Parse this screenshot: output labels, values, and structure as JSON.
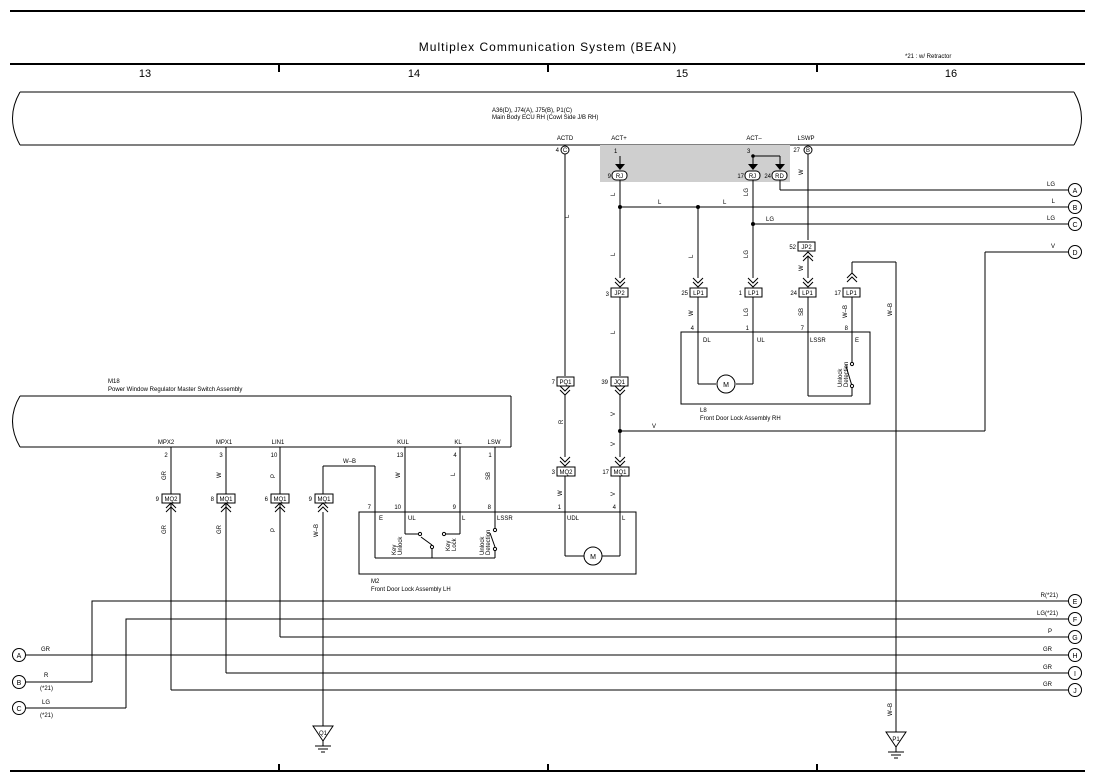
{
  "title": "Multiplex Communication System (BEAN)",
  "note": "*21 : w/ Retractor",
  "sections": [
    "13",
    "14",
    "15",
    "16"
  ],
  "main_body_ecu": {
    "line1": "A36(D), J74(A), J75(B), P1(C)",
    "line2": "Main Body ECU RH (Cowl Side J/B RH)"
  },
  "ecu_terminals": {
    "actd_name": "ACTD",
    "actd_pin": "4",
    "actd_conn": "C",
    "actp_name": "ACT+",
    "actp_pin": "1",
    "actm_name": "ACT–",
    "actm_pin": "3",
    "lswp_name": "LSWP",
    "lswp_pin": "27",
    "lswp_conn": "B"
  },
  "ecu_splices": {
    "s1_pin": "9",
    "s1_label": "RJ",
    "s2_pin": "17",
    "s2_label": "RJ",
    "s3_pin": "24",
    "s3_label": "RD"
  },
  "connectors": {
    "jp2": "JP2",
    "lp1": "LP1",
    "pq1": "PQ1",
    "jq1": "JQ1",
    "mq2": "MQ2",
    "mq1": "MQ1",
    "pin3": "3",
    "pin25": "25",
    "pin1": "1",
    "pin24": "24",
    "pin17": "17",
    "pin52": "52",
    "pin7": "7",
    "pin39": "39",
    "pin9": "9",
    "pin8": "8",
    "pin6": "6"
  },
  "wire_colors": {
    "L": "L",
    "LG": "LG",
    "W": "W",
    "V": "V",
    "R": "R",
    "SB": "SB",
    "WB": "W–B",
    "GR": "GR",
    "P": "P"
  },
  "right_wires": [
    {
      "color": "LG",
      "ref": "A"
    },
    {
      "color": "L",
      "ref": "B"
    },
    {
      "color": "LG",
      "ref": "C"
    },
    {
      "color": "V",
      "ref": "D"
    }
  ],
  "bottom_wires": [
    {
      "color": "R(*21)",
      "ref": "E"
    },
    {
      "color": "LG(*21)",
      "ref": "F"
    },
    {
      "color": "P",
      "ref": "G"
    },
    {
      "color": "GR",
      "ref": "H"
    },
    {
      "color": "GR",
      "ref": "I"
    },
    {
      "color": "GR",
      "ref": "J"
    }
  ],
  "left_refs": [
    {
      "ref": "A",
      "color": "GR",
      "sub": ""
    },
    {
      "ref": "B",
      "color": "R",
      "sub": "(*21)"
    },
    {
      "ref": "C",
      "color": "LG",
      "sub": "(*21)"
    }
  ],
  "l8": {
    "id": "L8",
    "name": "Front Door Lock Assembly RH",
    "pin_dl": "4",
    "pin_ul": "1",
    "pin_lssr": "7",
    "pin_e": "8",
    "term_dl": "DL",
    "term_ul": "UL",
    "term_lssr": "LSSR",
    "term_e": "E",
    "motor": "M",
    "switch_label1": "Unlock",
    "switch_label2": "Detection"
  },
  "m18": {
    "id": "M18",
    "name": "Power Window Regulator Master Switch Assembly",
    "t_mpx2": "MPX2",
    "t_mpx1": "MPX1",
    "t_lin1": "LIN1",
    "t_kul": "KUL",
    "t_kl": "KL",
    "t_lsw": "LSW",
    "p_mpx2": "2",
    "p_mpx1": "3",
    "p_lin1": "10",
    "p_kul": "13",
    "p_kl": "4",
    "p_lsw": "1"
  },
  "m2": {
    "id": "M2",
    "name": "Front Door Lock Assembly LH",
    "p_e": "7",
    "p_ul": "10",
    "p_l": "9",
    "p_lssr": "8",
    "p_udl": "1",
    "p_l2": "4",
    "t_e": "E",
    "t_ul": "UL",
    "t_l": "L",
    "t_lssr": "LSSR",
    "t_udl": "UDL",
    "t_l2": "L",
    "key_unlock1": "Key",
    "key_unlock2": "Unlock",
    "key_lock1": "Key",
    "key_lock2": "Lock",
    "unlock_det1": "Unlock",
    "unlock_det2": "Detection",
    "motor": "M"
  },
  "grounds": {
    "g1": "Q1",
    "g2": "P1"
  }
}
